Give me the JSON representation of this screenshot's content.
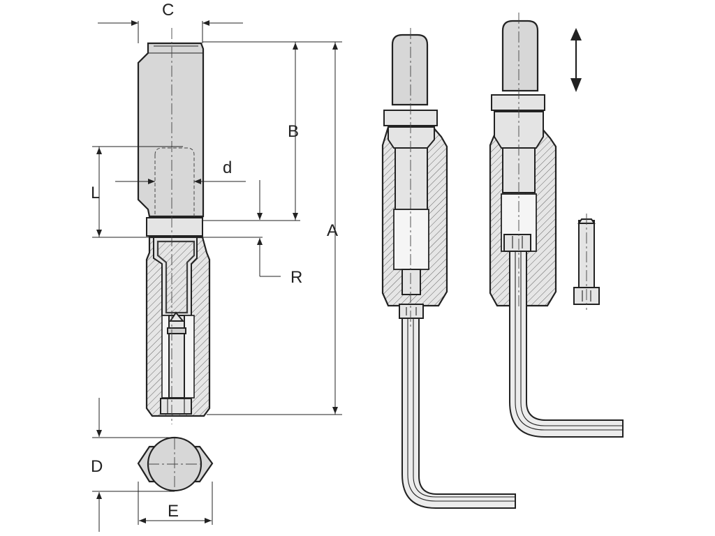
{
  "diagram": {
    "dimension_labels": {
      "C": "C",
      "B": "B",
      "d": "d",
      "L": "L",
      "A": "A",
      "R": "R",
      "D": "D",
      "E": "E"
    },
    "motion_indicator": "double-arrow-vertical"
  }
}
